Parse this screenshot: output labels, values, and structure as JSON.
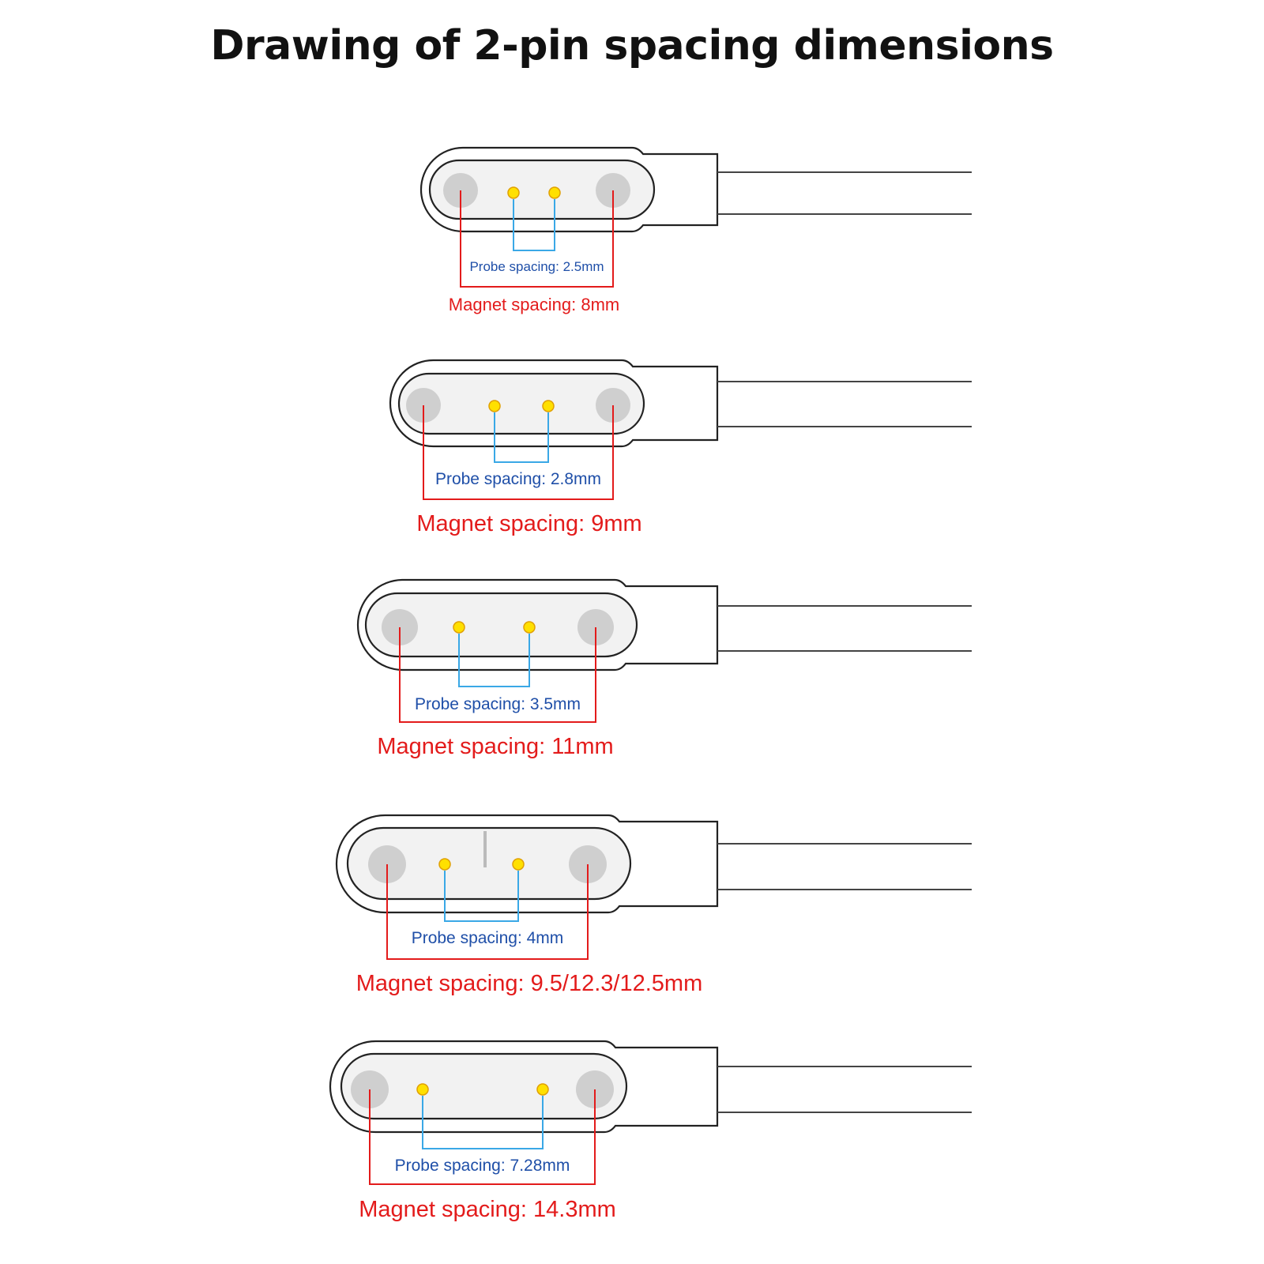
{
  "title": "Drawing of 2-pin spacing dimensions",
  "colors": {
    "probe_line": "#3aa8e6",
    "probe_text": "#1f4fa8",
    "magnet": "#e31b1b",
    "outline": "#222222",
    "magnet_fill": "#cfcfcf",
    "pin_fill": "#ffe000",
    "pin_stroke": "#e0a000",
    "face_fill": "#f2f2f2"
  },
  "connectors": [
    {
      "probe_label": "Probe spacing: 2.5mm",
      "magnet_label": "Magnet spacing: 8mm",
      "probe_mm": 2.5,
      "magnet_mm": 8
    },
    {
      "probe_label": "Probe spacing: 2.8mm",
      "magnet_label": "Magnet spacing: 9mm",
      "probe_mm": 2.8,
      "magnet_mm": 9
    },
    {
      "probe_label": "Probe spacing: 3.5mm",
      "magnet_label": "Magnet spacing: 11mm",
      "probe_mm": 3.5,
      "magnet_mm": 11
    },
    {
      "probe_label": "Probe spacing: 4mm",
      "magnet_label": "Magnet spacing: 9.5/12.3/12.5mm",
      "probe_mm": 4,
      "magnet_mm": 12.5
    },
    {
      "probe_label": "Probe spacing: 7.28mm",
      "magnet_label": "Magnet spacing: 14.3mm",
      "probe_mm": 7.28,
      "magnet_mm": 14.3
    }
  ]
}
